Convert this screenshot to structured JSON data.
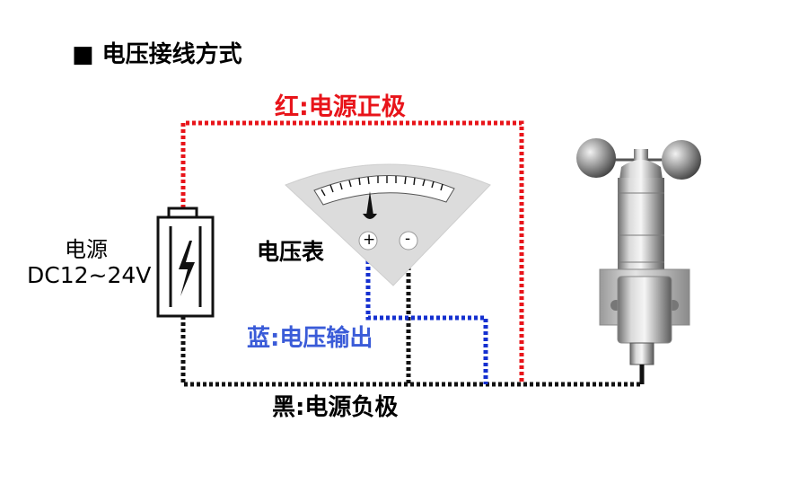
{
  "title": "■ 电压接线方式",
  "labels": {
    "red_wire": "红:电源正极",
    "blue_wire": "蓝:电压输出",
    "black_wire": "黑:电源负极",
    "power_supply": "电源",
    "power_voltage": "DC12~24V",
    "voltmeter": "电压表",
    "terminal_plus": "+",
    "terminal_minus": "-"
  },
  "colors": {
    "red_wire": "#e8141a",
    "blue_wire": "#1530d0",
    "black_wire": "#111111",
    "red_text": "#e8141a",
    "blue_text": "#3a5bd8",
    "meter_face": "#dcdcdc"
  },
  "icons": {
    "battery": "battery-icon",
    "lightning": "lightning-bolt-icon",
    "meter": "voltmeter-icon",
    "sensor": "cup-anemometer-icon"
  }
}
